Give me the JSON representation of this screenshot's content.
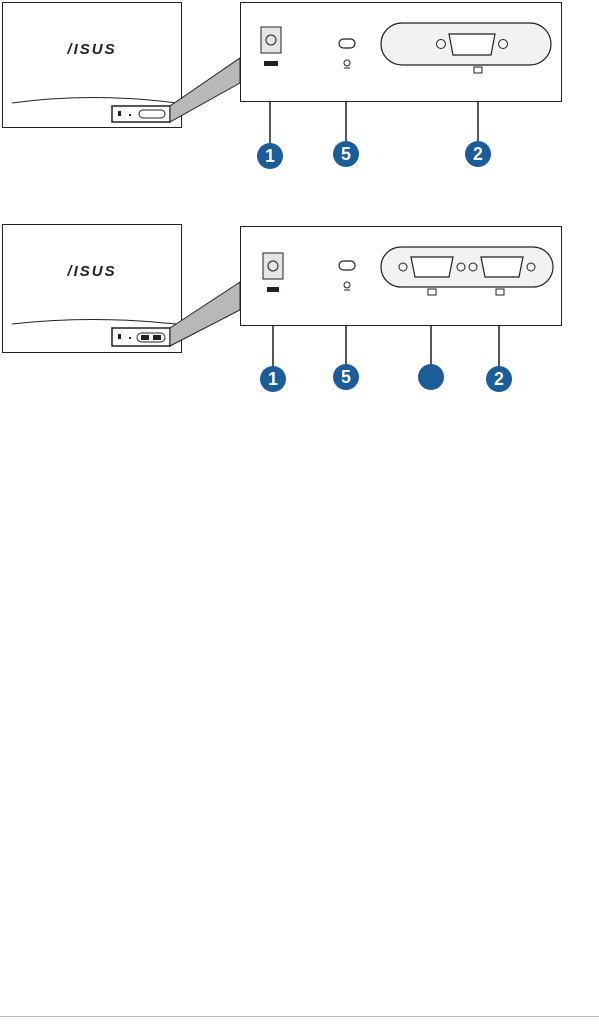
{
  "brand": {
    "logo_text": "/ISUS"
  },
  "colors": {
    "callout": "#1c5d99",
    "line": "#231f20",
    "bezel": "#e5e5e5",
    "background": "#ffffff"
  },
  "figure1": {
    "callouts": [
      "1",
      "5",
      "2"
    ],
    "ports": [
      "dc-in",
      "kensington-lock",
      "vga"
    ]
  },
  "figure2": {
    "callouts": [
      "1",
      "5",
      "",
      "2"
    ],
    "ports": [
      "dc-in",
      "kensington-lock",
      "vga",
      "vga"
    ]
  }
}
